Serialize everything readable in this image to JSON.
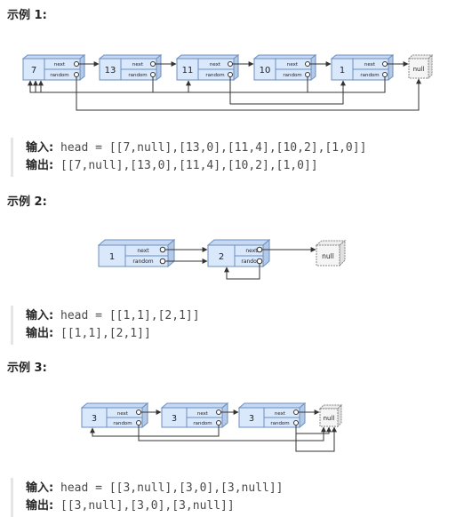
{
  "examples": [
    {
      "heading": "示例 1:",
      "input_label": "输入:",
      "input_value": "head = [[7,null],[13,0],[11,4],[10,2],[1,0]]",
      "output_label": "输出:",
      "output_value": "[[7,null],[13,0],[11,4],[10,2],[1,0]]",
      "nodes": [
        "7",
        "13",
        "11",
        "10",
        "1"
      ]
    },
    {
      "heading": "示例 2:",
      "input_label": "输入:",
      "input_value": "head = [[1,1],[2,1]]",
      "output_label": "输出:",
      "output_value": "[[1,1],[2,1]]",
      "nodes": [
        "1",
        "2"
      ]
    },
    {
      "heading": "示例 3:",
      "input_label": "输入:",
      "input_value": "head = [[3,null],[3,0],[3,null]]",
      "output_label": "输出:",
      "output_value": "[[3,null],[3,0],[3,null]]",
      "nodes": [
        "3",
        "3",
        "3"
      ]
    }
  ],
  "diagram_labels": {
    "next": "next",
    "random": "random",
    "null": "null"
  },
  "colors": {
    "node_fill": "#dae8fc",
    "node_stroke": "#6c8ebf",
    "arrow": "#333333",
    "null_fill": "#f5f5f5"
  }
}
